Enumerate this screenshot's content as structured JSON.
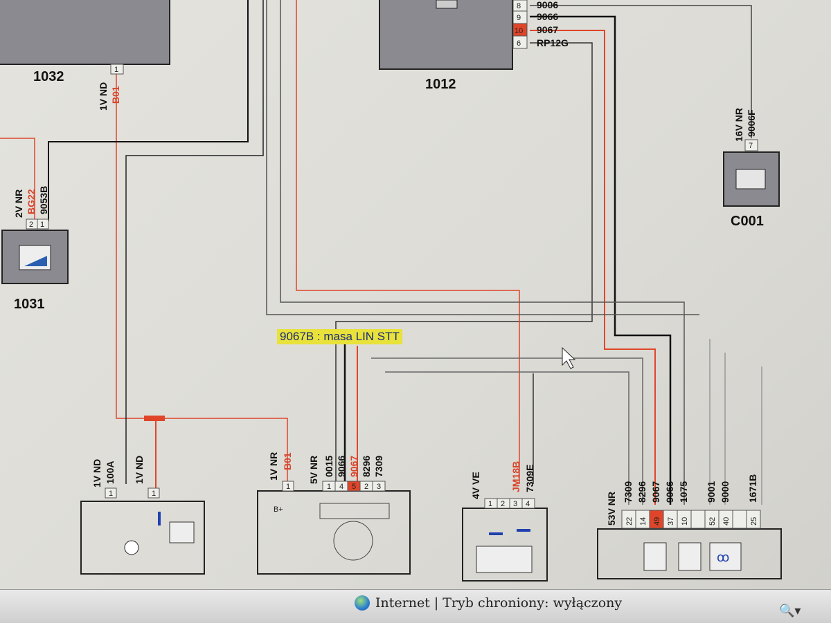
{
  "components": {
    "c1032": {
      "id": "1032",
      "pin": "1",
      "connector": "1V ND",
      "wire": "B01"
    },
    "c1012": {
      "id": "1012",
      "pins": [
        {
          "n": "8",
          "wire": "9006"
        },
        {
          "n": "9",
          "wire": "9066"
        },
        {
          "n": "10",
          "wire": "9067"
        },
        {
          "n": "6",
          "wire": "RP12G"
        }
      ]
    },
    "c001": {
      "id": "C001",
      "pin": "7",
      "connector": "16V NR",
      "wire": "9006F"
    },
    "c1031": {
      "id": "1031",
      "connector": "2V NR",
      "pins": [
        "2",
        "1"
      ],
      "wires": [
        "BG22",
        "9053B"
      ]
    },
    "starter": {
      "connector_a": "1V ND",
      "wire_a": "100A",
      "pin_a": "1",
      "connector_b": "1V ND",
      "pin_b": "1"
    },
    "alternator": {
      "connector_a": "1V NR",
      "wire_a": "B01",
      "pin_a": "1",
      "bplus": "B+",
      "connector_b": "5V NR",
      "pins": [
        "1",
        "4",
        "5",
        "2",
        "3"
      ],
      "wires": [
        "0015",
        "9066",
        "9067",
        "8296",
        "7309"
      ]
    },
    "sensor": {
      "connector": "4V VE",
      "pins": [
        "1",
        "2",
        "3",
        "4"
      ],
      "wires": [
        "JM18B",
        "7309E"
      ]
    },
    "ecu": {
      "connector": "53V NR",
      "pins": [
        "22",
        "14",
        "49",
        "37",
        "10",
        "52",
        "40",
        "25"
      ],
      "wires": [
        "7309",
        "8296",
        "9067",
        "9066",
        "1075",
        "9001",
        "9000",
        "1671B"
      ]
    }
  },
  "highlight_label": "9067B : masa LIN STT",
  "status_bar": {
    "text": "Internet | Tryb chroniony: wyłączony",
    "zoom": "🔍▾"
  },
  "colors": {
    "red_wire": "#e0452a",
    "highlight": "#e8e23a"
  }
}
